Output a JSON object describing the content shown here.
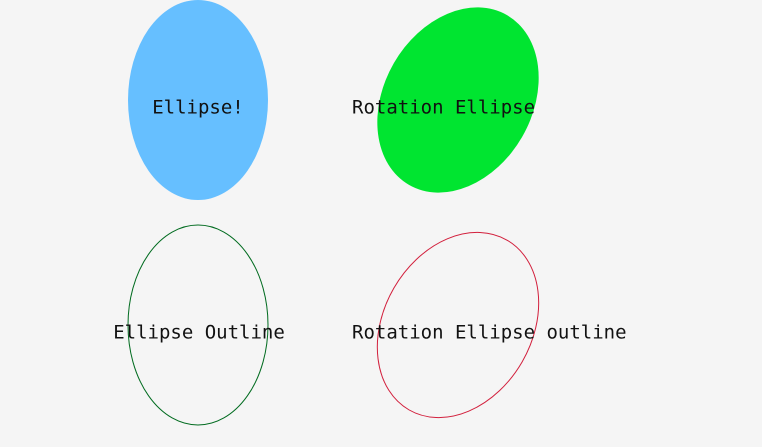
{
  "canvas": {
    "background": "#f5f5f5"
  },
  "shapes": {
    "ellipse": {
      "label": "Ellipse!",
      "fill": "#66bfff"
    },
    "rotation_ellipse": {
      "label": "Rotation Ellipse",
      "fill": "#00e530"
    },
    "ellipse_outline": {
      "label": "Ellipse Outline",
      "stroke": "#006b1f"
    },
    "rotation_ellipse_outline": {
      "label": "Rotation Ellipse outline",
      "stroke": "#d21f3c"
    }
  },
  "text_color": "#111111"
}
